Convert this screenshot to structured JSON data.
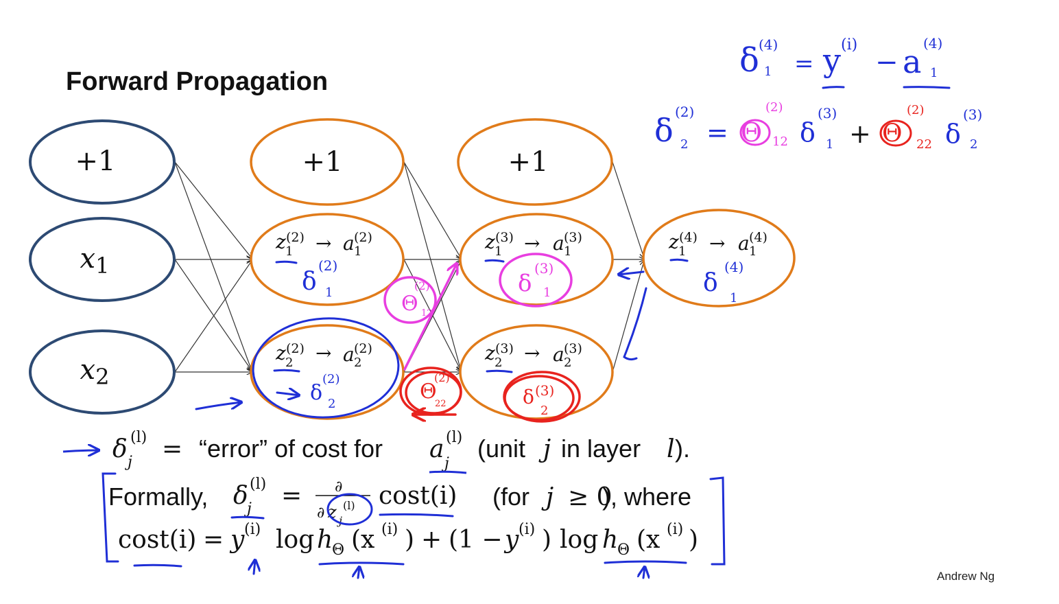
{
  "title": "Forward Propagation",
  "credit": "Andrew Ng",
  "colors": {
    "input_node": "#2d4a73",
    "hidden_node": "#e07b1a",
    "blue_ink": "#1f2fd6",
    "pink_ink": "#e83ee0",
    "red_ink": "#e8231e"
  },
  "network": {
    "input_layer": {
      "bias": "+1",
      "x1": {
        "base": "x",
        "sub": "1"
      },
      "x2": {
        "base": "x",
        "sub": "2"
      }
    },
    "layer2": {
      "bias": "+1",
      "unit1": {
        "z": "z",
        "z_sub": "1",
        "z_sup": "(2)",
        "arrow": "→",
        "a": "a",
        "a_sub": "1",
        "a_sup": "(2)",
        "delta": "δ",
        "delta_sup": "(2)",
        "delta_sub": "1"
      },
      "unit2": {
        "z": "z",
        "z_sub": "2",
        "z_sup": "(2)",
        "arrow": "→",
        "a": "a",
        "a_sub": "2",
        "a_sup": "(2)",
        "delta": "δ",
        "delta_sup": "(2)",
        "delta_sub": "2"
      }
    },
    "layer3": {
      "bias": "+1",
      "unit1": {
        "z": "z",
        "z_sub": "1",
        "z_sup": "(3)",
        "arrow": "→",
        "a": "a",
        "a_sub": "1",
        "a_sup": "(3)",
        "delta": "δ",
        "delta_sup": "(3)",
        "delta_sub": "1"
      },
      "unit2": {
        "z": "z",
        "z_sub": "2",
        "z_sup": "(3)",
        "arrow": "→",
        "a": "a",
        "a_sub": "2",
        "a_sup": "(3)",
        "delta": "δ",
        "delta_sup": "(3)",
        "delta_sub": "2"
      }
    },
    "layer4": {
      "unit1": {
        "z": "z",
        "z_sub": "1",
        "z_sup": "(4)",
        "arrow": "→",
        "a": "a",
        "a_sub": "1",
        "a_sup": "(4)",
        "delta": "δ",
        "delta_sup": "(4)",
        "delta_sub": "1"
      }
    },
    "weight_pink": {
      "theta": "Θ",
      "sup": "(2)",
      "sub": "12"
    },
    "weight_red": {
      "theta": "Θ",
      "sup": "(2)",
      "sub": "22"
    }
  },
  "handwritten": {
    "eq1": {
      "lhs": "δ",
      "lhs_sup": "(4)",
      "lhs_sub": "1",
      "eq": "=",
      "y": "y",
      "y_sup": "(i)",
      "minus": "−",
      "a": "a",
      "a_sup": "(4)",
      "a_sub": "1"
    },
    "eq2": {
      "lhs": "δ",
      "lhs_sup": "(2)",
      "lhs_sub": "2",
      "eq": "=",
      "t1": "Θ",
      "t1_sup": "(2)",
      "t1_sub": "12",
      "d1": "δ",
      "d1_sup": "(3)",
      "d1_sub": "1",
      "plus": "+",
      "t2": "Θ",
      "t2_sup": "(2)",
      "t2_sub": "22",
      "d2": "δ",
      "d2_sup": "(3)",
      "d2_sub": "2"
    }
  },
  "definition": {
    "delta": "δ",
    "sub": "j",
    "sup": "(l)",
    "eq": "=",
    "text1": "“error” of cost for",
    "a": "a",
    "a_sub": "j",
    "a_sup": "(l)",
    "text2": "(unit",
    "j": "j",
    "text3": "in layer",
    "l": "l",
    "text4": ")."
  },
  "formal": {
    "label": "Formally,",
    "delta": "δ",
    "sub": "j",
    "sup": "(l)",
    "eq": "=",
    "num": "∂",
    "den": "∂",
    "den_z": "z",
    "den_sub": "j",
    "den_sup": "(l)",
    "cost": "cost(i)",
    "cond_open": "(for",
    "cond_j": "j",
    "cond_ge": "≥ 0",
    "cond_close": "), where"
  },
  "cost_eq": {
    "lhs": "cost(i)",
    "eq": "=",
    "y": "y",
    "y_sup": "(i)",
    "log": "log",
    "h": "h",
    "h_sub": "Θ",
    "x": "(x",
    "x_sup": "(i)",
    "x_close": ")",
    "plus": "+",
    "one": "(1 −",
    "y2": "y",
    "y2_sup": "(i)",
    "close": ")",
    "log2": "log",
    "h2": "h",
    "h2_sub": "Θ",
    "x2": "(x",
    "x2_sup": "(i)",
    "x2_close": ")"
  }
}
